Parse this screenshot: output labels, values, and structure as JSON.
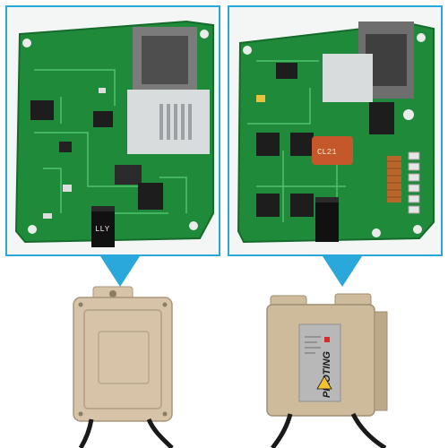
{
  "colors": {
    "frame": "#2aa8dc",
    "pcb": "#1f8a3a",
    "pcb_dark": "#156b2b",
    "trace": "#4fc36a",
    "casing_left": "#d6c3a8",
    "casing_right": "#cdbb9c",
    "label": "#b8b8b8"
  },
  "left_pcb": {
    "capacitor_text": "LLY"
  },
  "right_pcb": {
    "resistor_text": "CL21"
  },
  "right_product": {
    "brand_text": "PILOTING"
  }
}
